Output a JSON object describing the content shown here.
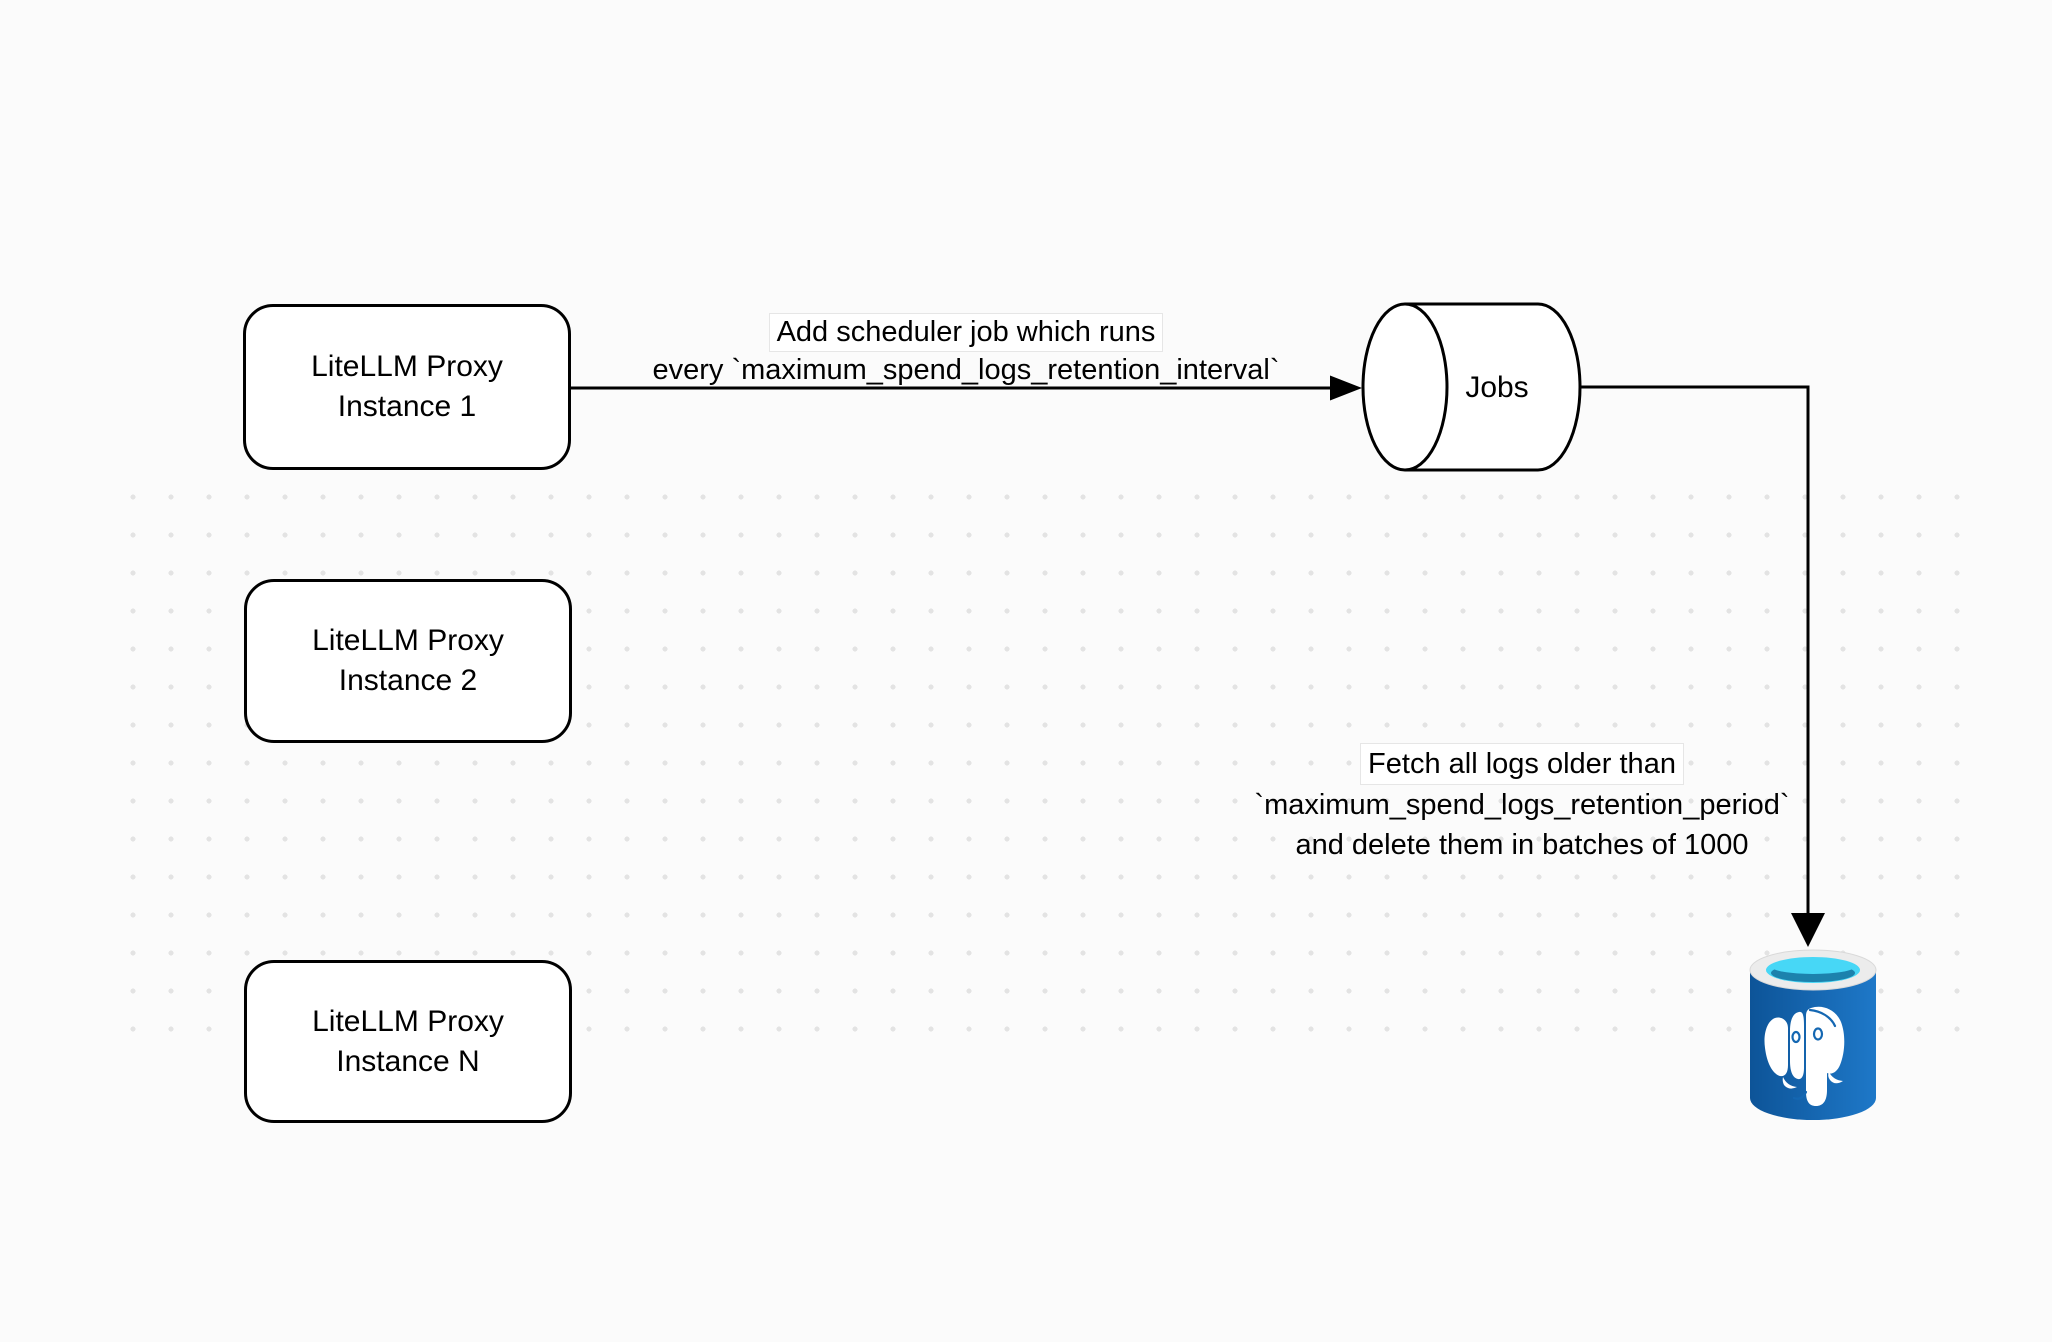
{
  "diagram": {
    "background_color": "#fbfbfb",
    "dot_grid_color": "#e3e3e3",
    "shape_stroke_color": "#000000",
    "shape_fill_color": "#ffffff"
  },
  "nodes": {
    "instance1": {
      "line1": "LiteLLM Proxy",
      "line2": "Instance 1"
    },
    "instance2": {
      "line1": "LiteLLM Proxy",
      "line2": "Instance 2"
    },
    "instanceN": {
      "line1": "LiteLLM Proxy",
      "line2": "Instance N"
    },
    "jobs": {
      "label": "Jobs",
      "icon": "datastore-cylinder"
    },
    "postgres": {
      "icon": "postgresql-database-icon",
      "body_color_left": "#0d5498",
      "body_color_right": "#1e78c8",
      "rim_color": "#ececec",
      "water_color": "#47d7f6",
      "water_shadow_color": "#1c82ad",
      "elephant_color": "#ffffff",
      "detail_color": "#1467b2"
    }
  },
  "edges": {
    "scheduler": {
      "line1": "Add scheduler job which runs",
      "line2": "every `maximum_spend_logs_retention_interval`"
    },
    "fetch": {
      "line1": "Fetch all logs older than",
      "line2": "`maximum_spend_logs_retention_period`",
      "line3": "and delete them in batches of 1000"
    }
  }
}
